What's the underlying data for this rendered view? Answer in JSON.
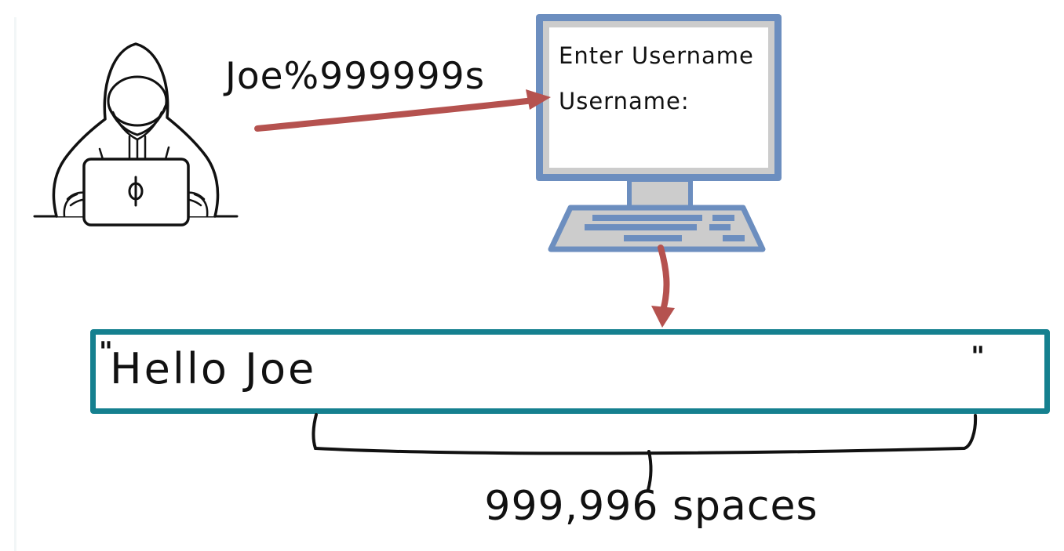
{
  "diagram": {
    "attacker_payload": "Joe%999999s",
    "computer_screen": {
      "prompt_line": "Enter Username",
      "input_line": "Username:"
    },
    "output_string": {
      "open_quote": "\"",
      "visible_text": "Hello Joe",
      "close_quote": "\""
    },
    "spaces_annotation": "999,996 spaces"
  },
  "colors": {
    "output_box_border_teal": "#15808F",
    "computer_frame_blue": "#6C8EBF",
    "computer_bezel_gray": "#CCCCCC",
    "arrow_red": "#B5524F",
    "ink_black": "#111111"
  },
  "icons": [
    {
      "name": "hacker-figure-icon",
      "depicts": "hooded attacker typing on laptop"
    },
    {
      "name": "computer-icon",
      "depicts": "desktop monitor, stand and keyboard"
    },
    {
      "name": "input-arrow-icon",
      "depicts": "red arrow from payload to computer"
    },
    {
      "name": "output-arrow-icon",
      "depicts": "red arrow from computer to output string"
    },
    {
      "name": "spaces-brace-icon",
      "depicts": "bracket marking the padded-spaces span"
    }
  ]
}
